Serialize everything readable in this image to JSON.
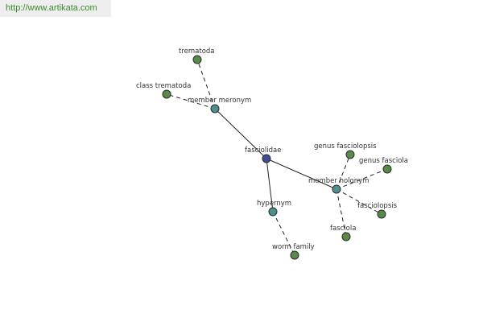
{
  "header": {
    "url": "http://www.artikata.com"
  },
  "colors": {
    "center": "#3f4d95",
    "relation": "#4f8f90",
    "leaf": "#5a8a47"
  },
  "nodes": {
    "fasciolidae": "fasciolidae",
    "member_meronym": "member meronym",
    "trematoda": "trematoda",
    "class_trematoda": "class trematoda",
    "member_holonym": "member holonym",
    "genus_fasciolopsis": "genus fasciolopsis",
    "genus_fasciola": "genus fasciola",
    "fasciolopsis": "fasciolopsis",
    "fasciola": "fasciola",
    "hypernym": "hypernym",
    "worm_family": "worm family"
  }
}
